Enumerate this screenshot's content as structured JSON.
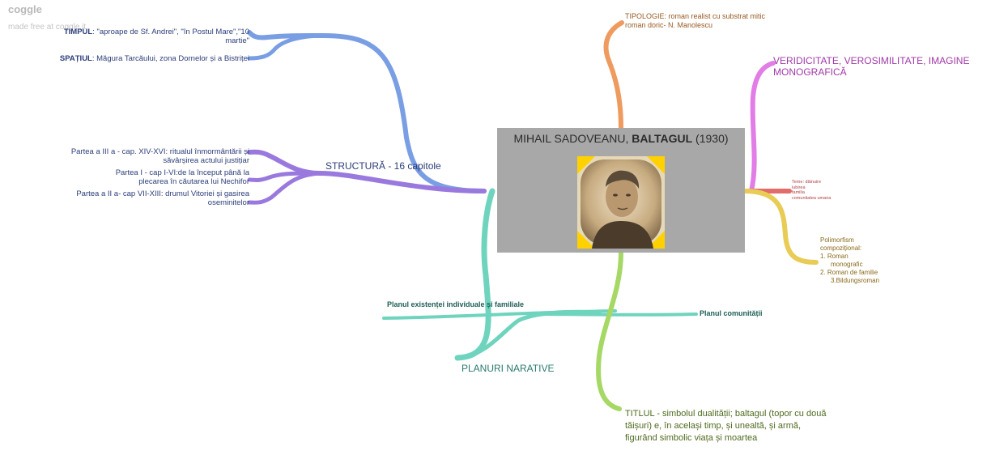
{
  "watermark": {
    "logo": "coggle",
    "made_with": "made free at coggle.it"
  },
  "center": {
    "title_plain": "MIHAIL SADOVEANU, ",
    "title_bold": "BALTAGUL",
    "title_year": " (1930)"
  },
  "branches": {
    "timpul": {
      "label": "TIMPUL",
      "text_line1": ": \"aproape de Sf. Andrei\", \"în Postul Mare\",\"10",
      "text_line2": "martie\""
    },
    "spatiul": {
      "label": "SPAȚIUL",
      "text": ": Măgura Tarcăului, zona Dornelor și a Bistriței"
    },
    "structura": {
      "label": "STRUCTURĂ - 16 capitole",
      "items": [
        {
          "line1": "Partea a III a - cap. XIV-XVI: ritualul înmormântării și",
          "line2": "săvârșirea actului justițiar"
        },
        {
          "line1": "Partea I - cap I-VI:de la început până la",
          "line2": "plecarea în căutarea lui Nechifor"
        },
        {
          "line1": "Partea a II a- cap VII-XIII: drumul Vitoriei și gasirea",
          "line2": "oseminitelor"
        }
      ]
    },
    "tipologie": {
      "line1": "TIPOLOGIE: roman realist cu substrat mitic",
      "line2": "roman doric- N. Manolescu"
    },
    "veridicitate": {
      "line1": "VERIDICITATE, VEROSIMILITATE, IMAGINE",
      "line2": "MONOGRAFICĂ"
    },
    "teme": {
      "lines": [
        "Teme: dăinuire",
        "iubirea",
        "familia",
        "comunitatea umana"
      ]
    },
    "polimorfism": {
      "line1": "Polimorfism",
      "line2": "compozițional:",
      "items": [
        "1.  Roman",
        "monografic",
        "2.  Roman de familie",
        "3.Bildungsroman"
      ]
    },
    "planuri": {
      "label": "PLANURI NARATIVE",
      "individual": "Planul existenței individuale și familiale",
      "comunitate": "Planul comunității"
    },
    "titlul": {
      "line1": "TITLUL - simbolul dualității; baltagul (topor cu două",
      "line2": "tăișuri) e, în același timp, și unealtă, și armă,",
      "line3": "figurând simbolic viața și moartea"
    }
  },
  "colors": {
    "blue": "#7a9ee4",
    "purple": "#9a79de",
    "teal": "#6fd4bd",
    "orange": "#ef9a5e",
    "magenta": "#e27de7",
    "red": "#e36b6b",
    "yellow": "#e9cc55",
    "green": "#a5d864",
    "center_bg": "#a8a8a8"
  }
}
